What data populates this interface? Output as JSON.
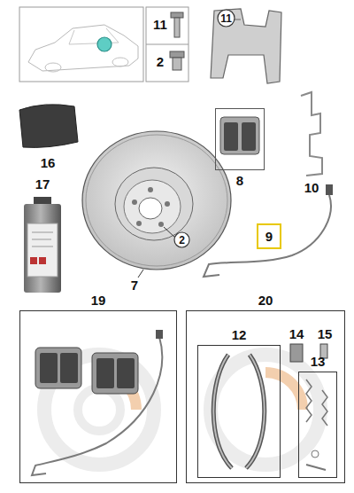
{
  "diagram": {
    "nodes": [
      {
        "text": [
          "19"
        ]
      },
      {
        "text": [
          "20"
        ]
      },
      {
        "text": [
          "12"
        ],
        "in": 1
      },
      {
        "text": [
          "13"
        ],
        "in": 1
      },
      {
        "text": [
          "9"
        ]
      },
      {
        "text": [
          "11"
        ]
      },
      {
        "text": [
          "2"
        ]
      },
      {
        "text": [
          "8"
        ]
      }
    ],
    "labels": [
      "11",
      "2",
      "16",
      "17",
      "7",
      "10",
      "14",
      "15"
    ]
  }
}
